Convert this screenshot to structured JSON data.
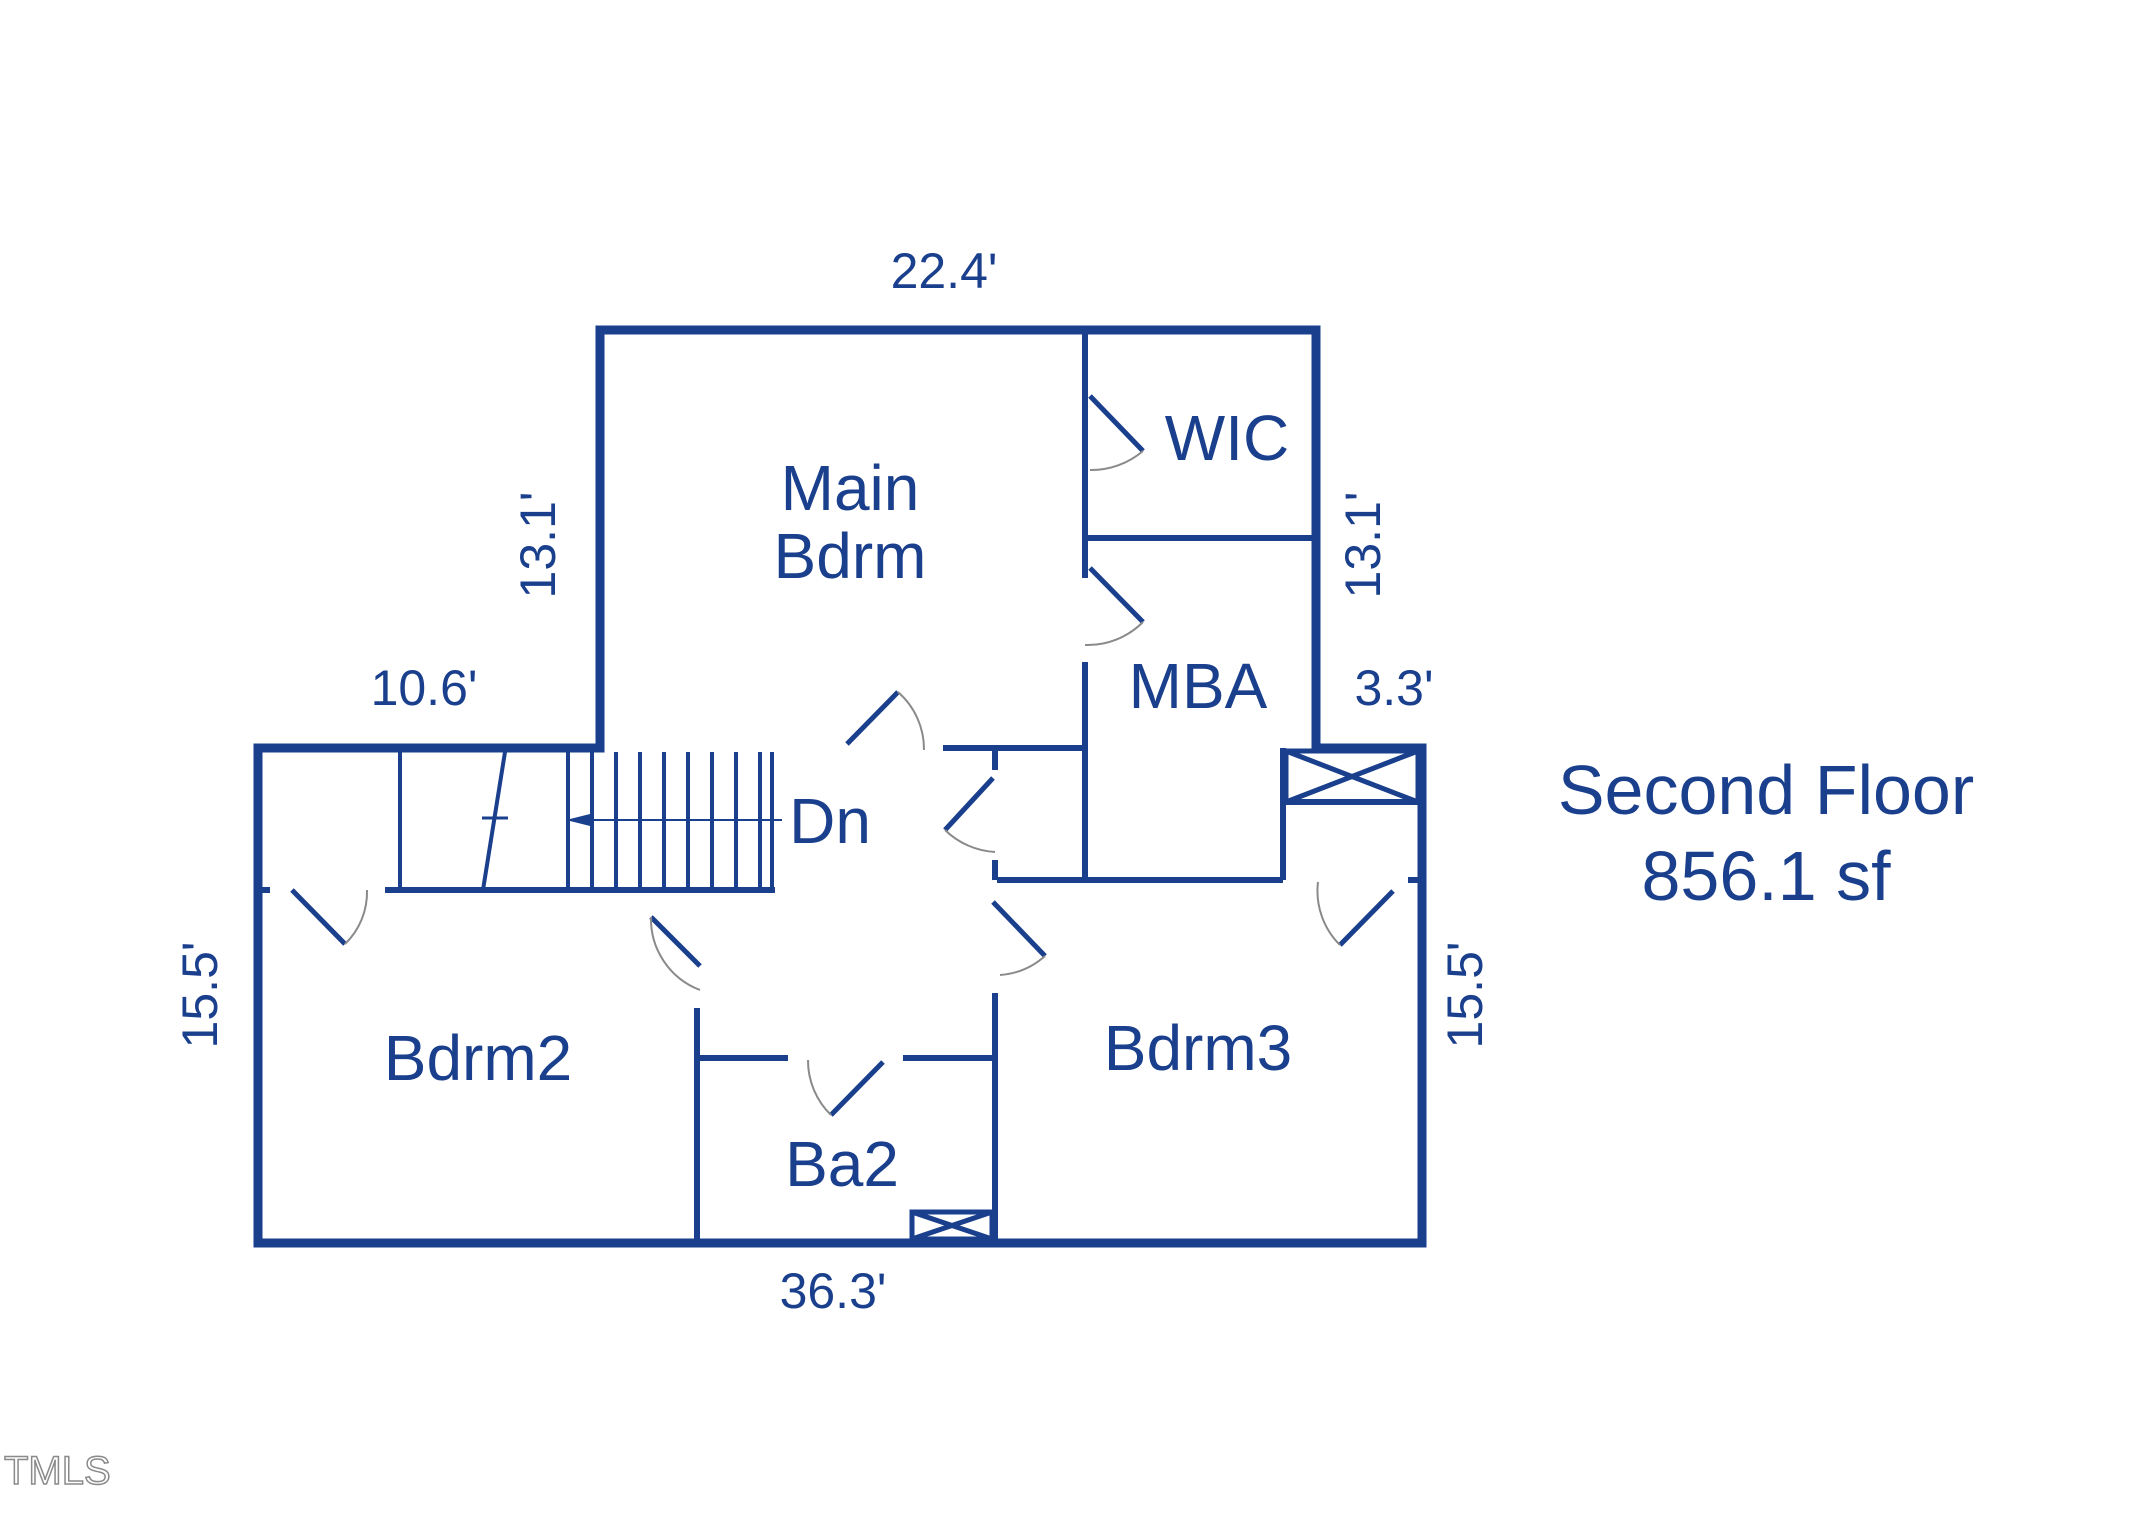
{
  "colors": {
    "wall": "#1a3f8c",
    "text": "#1a3f8c",
    "door": "#8a8a8a",
    "watermark": "#8a8a8a"
  },
  "rooms": {
    "main_bdrm_line1": "Main",
    "main_bdrm_line2": "Bdrm",
    "wic": "WIC",
    "mba": "MBA",
    "dn": "Dn",
    "bdrm2": "Bdrm2",
    "bdrm3": "Bdrm3",
    "ba2": "Ba2"
  },
  "dimensions": {
    "top": "22.4'",
    "left_upper": "13.1'",
    "right_upper": "13.1'",
    "step_left": "10.6'",
    "step_right": "3.3'",
    "left_lower": "15.5'",
    "right_lower": "15.5'",
    "bottom": "36.3'"
  },
  "summary": {
    "floor_name": "Second Floor",
    "area": "856.1 sf"
  },
  "watermark": "TMLS"
}
